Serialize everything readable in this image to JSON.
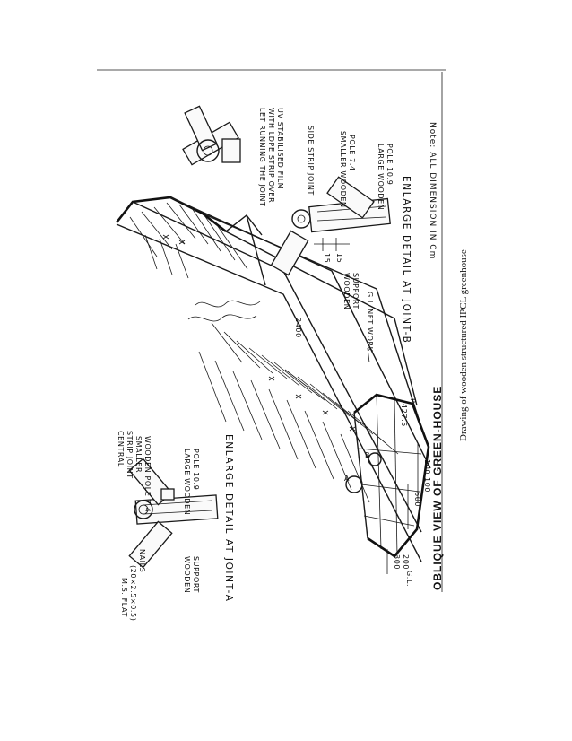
{
  "labels": {
    "title": "OBLIQUE VIEW OF GREEN-HOUSE",
    "caption": "Drawing of wooden structured IPCL greenhouse",
    "note": "Note: ALL DIMENSION IN Cm",
    "detail_a_title": "ENLARGE DETAIL AT JOINT-A",
    "detail_b_title": "ENLARGE DETAIL AT JOINT-B",
    "a_ms_flat": "M.S. FLAT",
    "a_ms_flat_size": "(20×2.5×0.5)",
    "a_nails": "NAILS",
    "a_wooden_support_1": "WOODEN",
    "a_wooden_support_2": "SUPPORT",
    "a_central_1": "CENTRAL",
    "a_central_2": "STRIP JOINT",
    "a_smaller_1": "SMALLER",
    "a_smaller_2": "WOODEN POLE 7.4",
    "a_large_1": "LARGE WOODEN",
    "a_large_2": "POLE 10.9",
    "b_let_1": "LET RUNNING THE JOINT",
    "b_let_2": "WITH LDPE STRIP OVER",
    "b_let_3": "UV STABILISED FILM",
    "b_side_strip": "SIDE STRIP JOINT",
    "b_smaller_1": "SMALLER WOODEN",
    "b_smaller_2": "POLE 7.4",
    "b_large_1": "LARGE WOODEN",
    "b_large_2": "POLE 10.9",
    "b_wooden_1": "WOODEN",
    "b_wooden_2": "SUPPORT",
    "b_dim_15a": "15",
    "b_dim_15b": "15",
    "gi_net": "G.I. NET WORK",
    "dim_2400": "2400",
    "dim_600": "600",
    "dim_100a": "100",
    "dim_100b": "100",
    "dim_300": "300",
    "dim_200": "200",
    "dim_gl": "G.L.",
    "dim_p": "P",
    "dim_427": "427.5",
    "mark_a": "A",
    "mark_b": "B"
  }
}
